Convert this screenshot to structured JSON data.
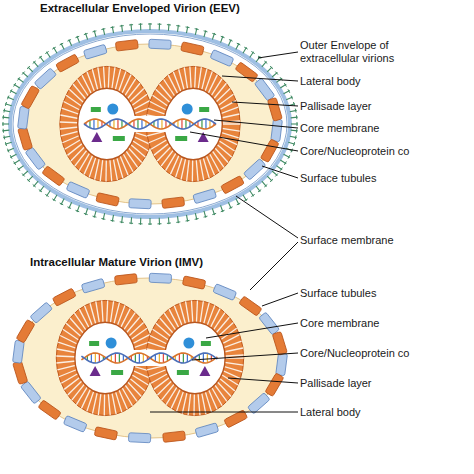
{
  "diagram": {
    "nodes": [
      {
        "text": [
          "Extracellular Enveloped Virion (EEV)"
        ]
      },
      {
        "text": [
          "Intracellular Mature Virion (IMV)"
        ]
      }
    ],
    "labels": [
      "Outer Envelope of extracellular virions",
      "Lateral body",
      "Pallisade layer",
      "Core membrane",
      "Core/Nucleoprotein co",
      "Surface tubules",
      "Surface membrane",
      "Surface tubules",
      "Core membrane",
      "Core/Nucleoprotein co",
      "Pallisade layer",
      "Lateral body"
    ]
  }
}
